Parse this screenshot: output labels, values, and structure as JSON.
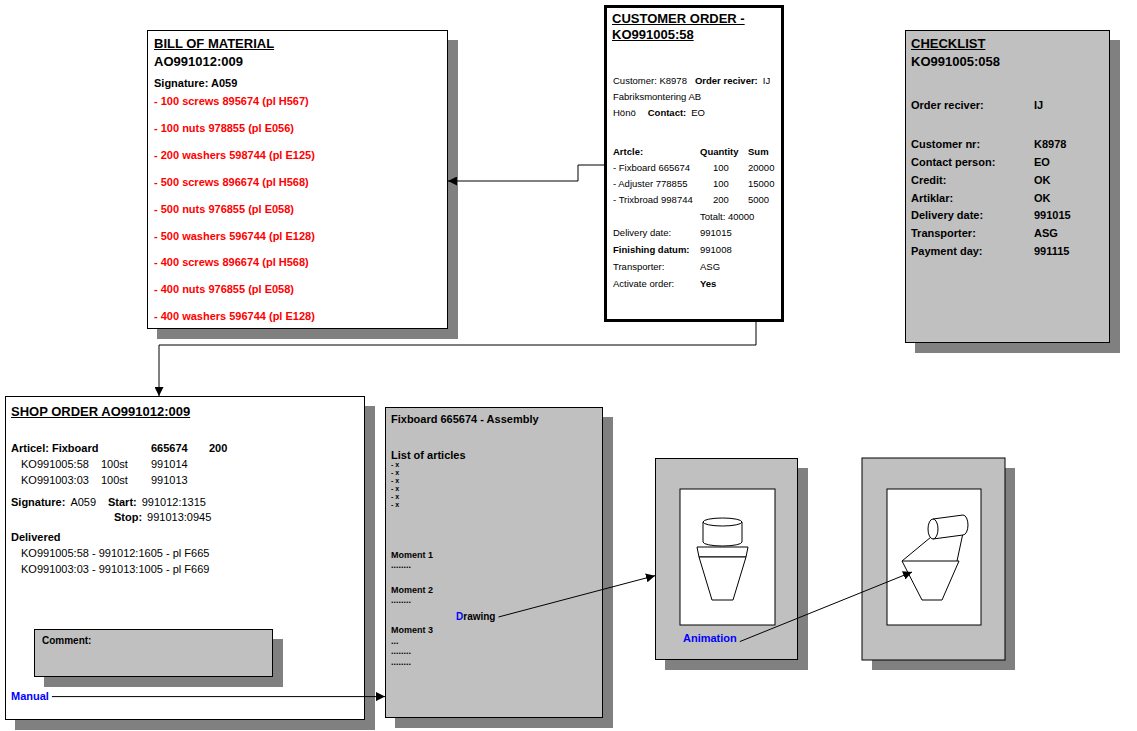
{
  "diagram": {
    "nodes": [
      {
        "text": [
          "BILL OF MATERIAL",
          "AO991012:009",
          "Signature: A059",
          "- 100 screws 895674 (pl H567)",
          "- 100 nuts 978855 (pl E056)",
          "- 200 washers 598744 (pl E125)",
          "- 500 screws 896674 (pl H568)",
          "- 500 nuts 976855 (pl E058)",
          "- 500 washers 596744 (pl E128)",
          "- 400 screws 896674 (pl H568)",
          "- 400 nuts 976855 (pl E058)",
          "- 400 washers 596744 (pl E128)"
        ]
      },
      {
        "text": [
          "CUSTOMER ORDER - KO991005:58",
          "Customer: K8978",
          "Order reciver:",
          "IJ",
          "Fabriksmontering AB",
          "Hönö",
          "Contact:",
          "EO",
          "Artcle:",
          "Quantity",
          "Sum",
          "- Fixboard 665674",
          "100",
          "20000",
          "- Adjuster 778855",
          "100",
          "15000",
          "- Trixbroad 998744",
          "200",
          "5000",
          "Totalt: 40000",
          "Delivery date:",
          "991015",
          "Finishing datum:",
          "991008",
          "Transporter:",
          "ASG",
          "Activate order:",
          "Yes"
        ]
      },
      {
        "text": [
          "CHECKLIST",
          "KO991005:058",
          "Order reciver:",
          "IJ",
          "Customer nr:",
          "K8978",
          "Contact person:",
          "EO",
          "Credit:",
          "OK",
          "Artiklar:",
          "OK",
          "Delivery date:",
          "991015",
          "Transporter:",
          "ASG",
          "Payment day:",
          "991115"
        ]
      },
      {
        "text": [
          "SHOP ORDER AO991012:009",
          "Articel: Fixboard",
          "665674",
          "200",
          "KO991005:58",
          "100st",
          "991014",
          "KO991003:03",
          "100st",
          "991013",
          "Signature:",
          "A059",
          "Start:",
          "991012:1315",
          "Stop:",
          "991013:0945",
          "Delivered",
          "KO991005:58 - 991012:1605 - pl F665",
          "KO991003:03 - 991013:1005 - pl F669",
          "Manual"
        ]
      },
      {
        "text": [
          "Comment:"
        ],
        "in": 3
      },
      {
        "text": [
          "Fixboard 665674 - Assembly",
          "List of articles",
          "- x",
          "- x",
          "- x",
          "- x",
          "- x",
          "- x",
          "Moment 1",
          "........",
          "Moment 2",
          "........",
          "Drawing",
          "Moment 3",
          "...",
          "........",
          "........"
        ]
      },
      {
        "text": [
          "Animation"
        ]
      }
    ],
    "edges": [
      {
        "from": 1,
        "to": 0,
        "arrow": "to"
      },
      {
        "from": 1,
        "to": 3,
        "arrow": "to"
      },
      {
        "from": 3,
        "to": 5,
        "arrow": "to"
      },
      {
        "from": 5,
        "to": 6,
        "arrow": "to"
      }
    ]
  }
}
